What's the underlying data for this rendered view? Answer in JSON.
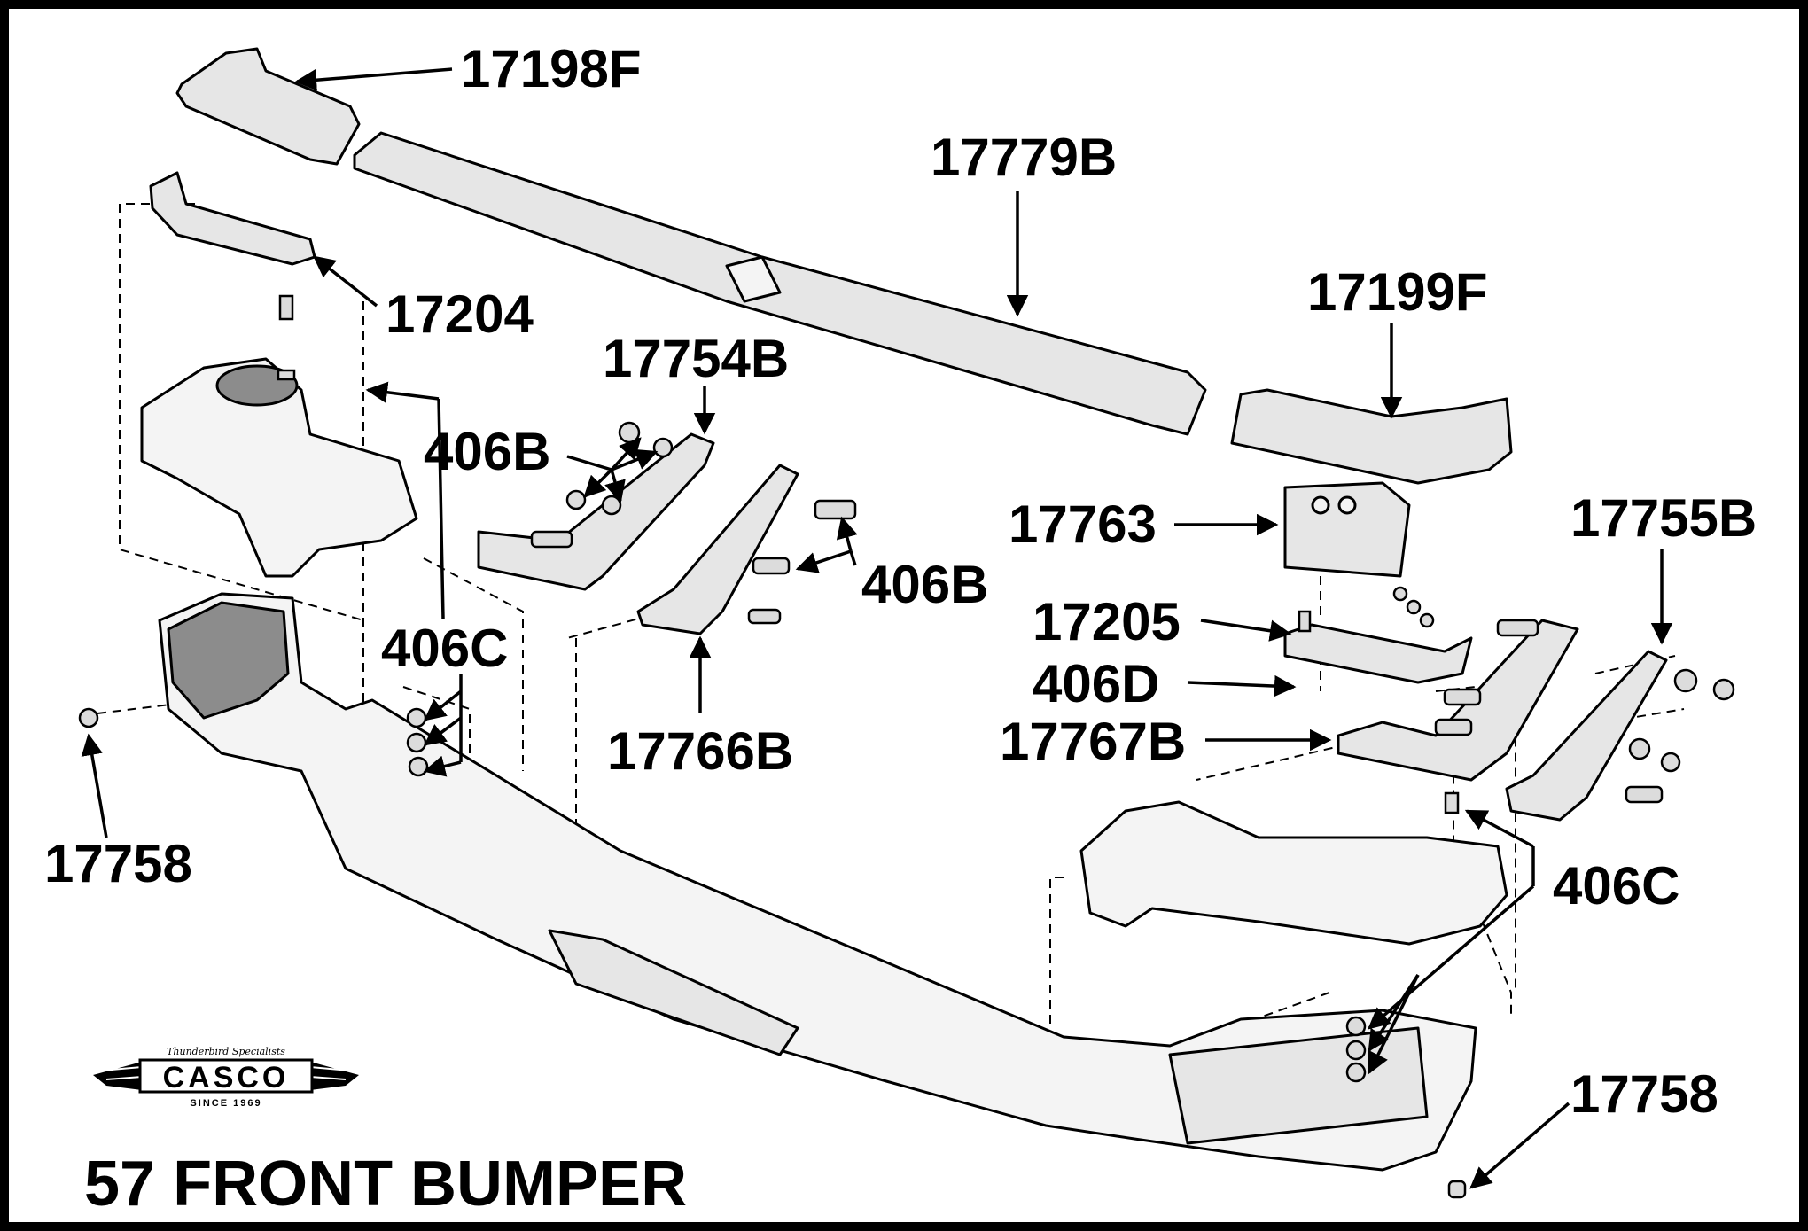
{
  "title": "57 FRONT BUMPER",
  "logo": {
    "name": "CASCO",
    "tagline": "Thunderbird Specialists",
    "since": "SINCE 1969"
  },
  "part_labels": {
    "p17198F": "17198F",
    "p17779B": "17779B",
    "p17204": "17204",
    "p17199F": "17199F",
    "p17754B": "17754B",
    "p406B_left": "406B",
    "p406B_mid": "406B",
    "p17763": "17763",
    "p17755B": "17755B",
    "p17205": "17205",
    "p406C_left": "406C",
    "p406D": "406D",
    "p17767B": "17767B",
    "p17766B": "17766B",
    "p17758_left": "17758",
    "p406C_right": "406C",
    "p17758_right": "17758"
  },
  "colors": {
    "frame": "#000000",
    "canvas": "#ffffff",
    "ink": "#000000"
  }
}
